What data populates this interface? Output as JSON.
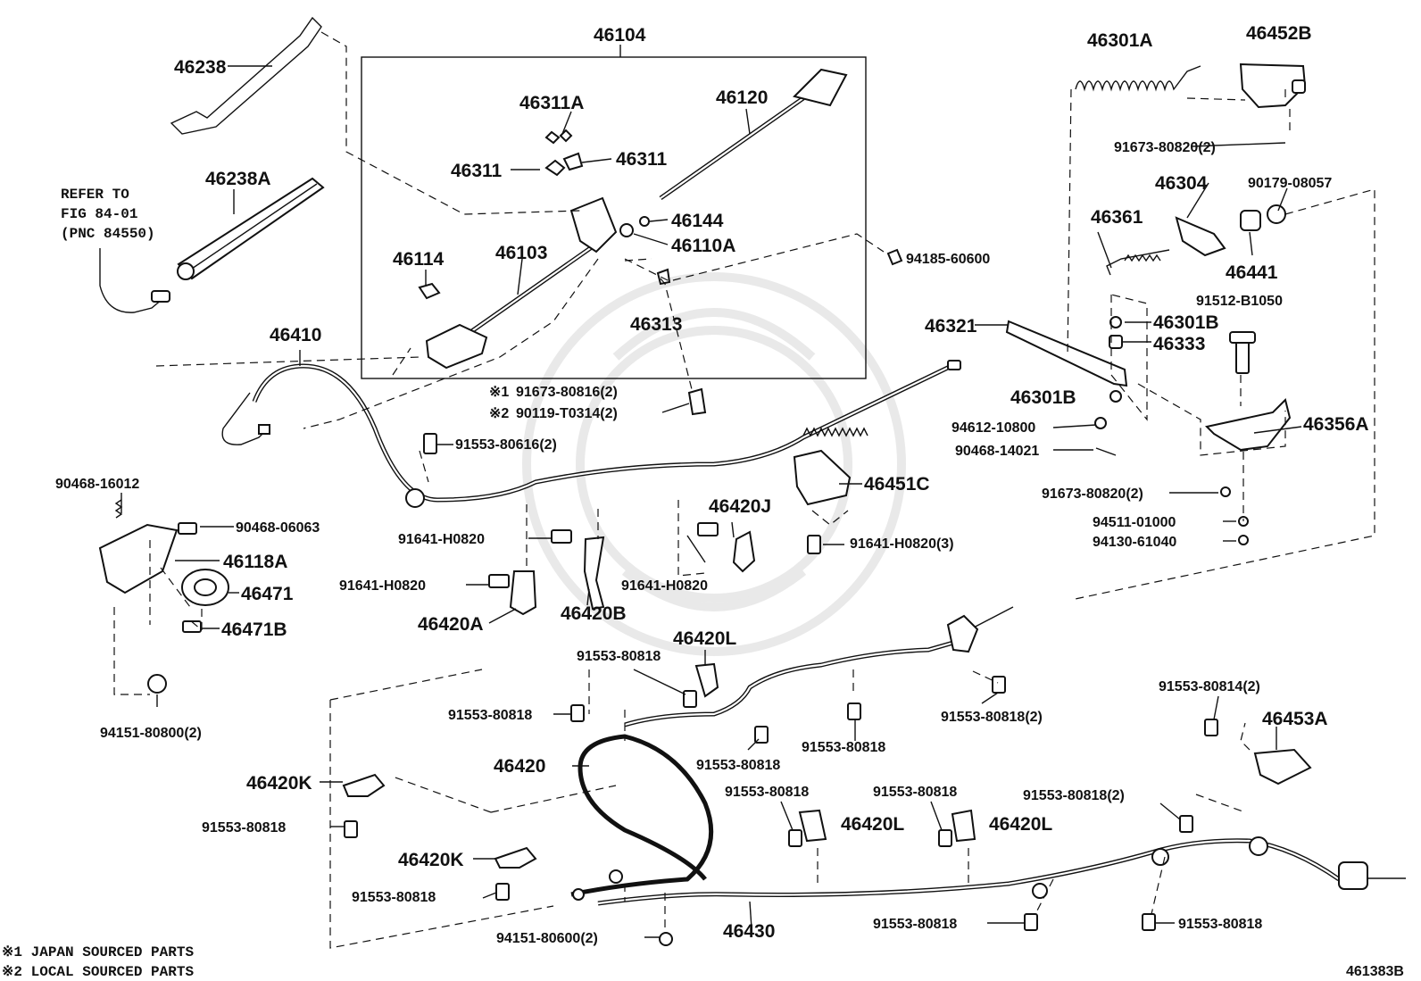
{
  "diagram": {
    "group_label": "46104",
    "parts": {
      "p46238": "46238",
      "p46238A": "46238A",
      "p46104": "46104",
      "p46311A": "46311A",
      "p46120": "46120",
      "p46311_l": "46311",
      "p46311_r": "46311",
      "p46144": "46144",
      "p46110A": "46110A",
      "p46114": "46114",
      "p46103": "46103",
      "p46313": "46313",
      "p94185": "94185-60600",
      "p46301A": "46301A",
      "p46452B": "46452B",
      "p91673_80820_top": "91673-80820(2)",
      "p46304": "46304",
      "p90179": "90179-08057",
      "p46361": "46361",
      "p46441": "46441",
      "p91512": "91512-B1050",
      "p46321": "46321",
      "p46301B_a": "46301B",
      "p46333": "46333",
      "p46301B_b": "46301B",
      "p94612": "94612-10800",
      "p90468_14021": "90468-14021",
      "p46356A": "46356A",
      "p91673_80820_b": "91673-80820(2)",
      "p94511": "94511-01000",
      "p94130": "94130-61040",
      "p46410": "46410",
      "p91673_80816": "91673-80816(2)",
      "p90119": "90119-T0314(2)",
      "p91553_80616": "91553-80616(2)",
      "p46451C": "46451C",
      "p90468_16012": "90468-16012",
      "p90468_06063": "90468-06063",
      "p46118A": "46118A",
      "p46471": "46471",
      "p46471B": "46471B",
      "p94151_80800": "94151-80800(2)",
      "p91641_h0820_a": "91641-H0820",
      "p91641_h0820_b": "91641-H0820",
      "p91641_h0820_c": "91641-H0820",
      "p91641_h0820_3": "91641-H0820(3)",
      "p46420J": "46420J",
      "p46420A": "46420A",
      "p46420B": "46420B",
      "p46420L_top": "46420L",
      "p91553_80818_a": "91553-80818",
      "p91553_80818_b": "91553-80818",
      "p91553_80818_c": "91553-80818",
      "p91553_80818_d": "91553-80818",
      "p91553_80818_2a": "91553-80818(2)",
      "p46420": "46420",
      "p46420K_a": "46420K",
      "p91553_80818_e": "91553-80818",
      "p46420K_b": "46420K",
      "p91553_80818_f": "91553-80818",
      "p91553_80818_g": "91553-80818",
      "p46420L_a": "46420L",
      "p91553_80818_h": "91553-80818",
      "p46420L_b": "46420L",
      "p91553_80818_2b": "91553-80818(2)",
      "p91553_80814": "91553-80814(2)",
      "p46453A": "46453A",
      "p94151_80600": "94151-80600(2)",
      "p46430": "46430",
      "p91553_80818_i": "91553-80818",
      "p91553_80818_j": "91553-80818"
    },
    "markers": {
      "m1": "※1",
      "m2": "※2"
    },
    "reference": {
      "line1": "REFER TO",
      "line2": "FIG 84-01",
      "line3": "(PNC 84550)"
    },
    "footnotes": {
      "note1": "※1 JAPAN SOURCED PARTS",
      "note2": "※2 LOCAL SOURCED PARTS"
    },
    "figure_id": "461383B"
  }
}
